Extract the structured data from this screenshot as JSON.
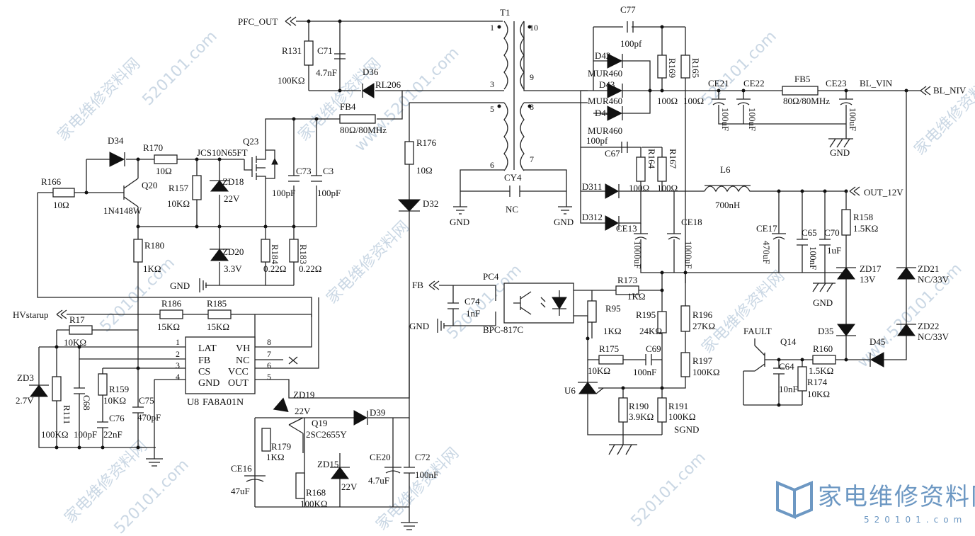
{
  "nets": {
    "pfc_out": "PFC_OUT",
    "bl_vin": "BL_VIN",
    "bl_niv": "BL_NIV",
    "out_12v": "OUT_12V",
    "hvstartup": "HVstarup",
    "fb": "FB",
    "gnd": "GND",
    "sgnd": "SGND",
    "fault": "FAULT",
    "nc": "NC"
  },
  "transformer": {
    "ref": "T1",
    "pins": [
      "1",
      "3",
      "5",
      "6",
      "10",
      "9",
      "8",
      "7"
    ]
  },
  "ic": {
    "ref": "U8",
    "part": "FA8A01N",
    "left_pins": [
      {
        "num": "1",
        "name": "LAT"
      },
      {
        "num": "2",
        "name": "FB"
      },
      {
        "num": "3",
        "name": "CS"
      },
      {
        "num": "4",
        "name": "GND"
      }
    ],
    "right_pins": [
      {
        "num": "8",
        "name": "VH"
      },
      {
        "num": "7",
        "name": "NC"
      },
      {
        "num": "6",
        "name": "VCC"
      },
      {
        "num": "5",
        "name": "OUT"
      }
    ]
  },
  "optocoupler": {
    "ref": "PC4",
    "part": "BPC-817C"
  },
  "labels": {
    "R131": "R131",
    "R131_val": "100KΩ",
    "C71": "C71",
    "C71_val": "4.7nF",
    "D36": "D36",
    "D36_val": "RL206",
    "FB4": "FB4",
    "FB4_val": "80Ω/80MHz",
    "R176": "R176",
    "R176_val": "10Ω",
    "D32": "D32",
    "CY4": "CY4",
    "C77": "C77",
    "C77_val": "100pf",
    "D42": "D42",
    "D43": "D43",
    "D44": "D44",
    "MUR460": "MUR460",
    "R169": "R169",
    "R165": "R165",
    "R169_val": "100Ω",
    "R165_val": "100Ω",
    "CE21": "CE21",
    "CE22": "CE22",
    "CE23": "CE23",
    "uF100": "100uF",
    "FB5": "FB5",
    "FB5_val": "80Ω/80MHz",
    "C67": "C67",
    "C67_val": "100pf",
    "R164": "R164",
    "R167": "R167",
    "R164_val": "100Ω",
    "R167_val": "100Ω",
    "L6": "L6",
    "L6_val": "700nH",
    "D311": "D311",
    "D312": "D312",
    "CE13": "CE13",
    "CE13_val": "1000uF",
    "CE18": "CE18",
    "CE18_val": "1000uF",
    "CE17": "CE17",
    "CE17_val": "470uF",
    "C65": "C65",
    "C65_val": "100nF",
    "C70": "C70",
    "C70_val": "1uF",
    "R158": "R158",
    "R158_val": "1.5KΩ",
    "ZD17": "ZD17",
    "ZD17_val": "13V",
    "ZD21": "ZD21",
    "ZD21_val": "NC/33V",
    "ZD22": "ZD22",
    "ZD22_val": "NC/33V",
    "D35": "D35",
    "D45": "D45",
    "Q14": "Q14",
    "R160": "R160",
    "R160_val": "1.5KΩ",
    "C64": "C64",
    "C64_val": "10nF",
    "R174": "R174",
    "R174_val": "10KΩ",
    "R173": "R173",
    "R173_val": "1KΩ",
    "R95": "R95",
    "R95_val": "1KΩ",
    "R195": "R195",
    "R195_val": "24KΩ",
    "R196": "R196",
    "R196_val": "27KΩ",
    "R197": "R197",
    "R197_val": "100KΩ",
    "R175": "R175",
    "R175_val": "10KΩ",
    "C69": "C69",
    "C69_val": "100nF",
    "U6": "U6",
    "R190": "R190",
    "R190_val": "3.9KΩ",
    "R191": "R191",
    "R191_val": "100KΩ",
    "C74": "C74",
    "C74_val": "1nF",
    "D34": "D34",
    "R170": "R170",
    "R170_val": "10Ω",
    "Q23": "Q23",
    "Q23_val": "JCS10N65FT",
    "R166": "R166",
    "R166_val": "10Ω",
    "Q20": "Q20",
    "Q20_val": "1N4148W",
    "R157": "R157",
    "R157_val": "10KΩ",
    "ZD18": "ZD18",
    "ZD18_val": "22V",
    "C73": "C73",
    "C73_val": "100pF",
    "C3": "C3",
    "C3_val": "100pF",
    "R180": "R180",
    "R180_val": "1KΩ",
    "ZD20": "ZD20",
    "ZD20_val": "3.3V",
    "R184": "R184",
    "R184_val": "0.22Ω",
    "R183": "R183",
    "R183_val": "0.22Ω",
    "R186": "R186",
    "R186_val": "15KΩ",
    "R185": "R185",
    "R185_val": "15KΩ",
    "R17": "R17",
    "R17_val": "10KΩ",
    "ZD3": "ZD3",
    "ZD3_val": "2.7V",
    "R111": "R111",
    "R111_val": "100KΩ",
    "C68": "C68",
    "C68_val": "100pF",
    "R159": "R159",
    "R159_val": "10KΩ",
    "C76": "C76",
    "C76_val": "22nF",
    "C75": "C75",
    "C75_val": "470pF",
    "ZD19": "ZD19",
    "ZD19_val": "22V",
    "Q19": "Q19",
    "Q19_val": "2SC2655Y",
    "D39": "D39",
    "R179": "R179",
    "R179_val": "1KΩ",
    "ZD15": "ZD15",
    "ZD15_val": "22V",
    "CE20": "CE20",
    "CE20_val": "4.7uF",
    "C72": "C72",
    "C72_val": "100nF",
    "CE16": "CE16",
    "CE16_val": "47uF",
    "R168": "R168",
    "R168_val": "100KΩ"
  },
  "watermark": {
    "site_name": "家电维修资料网",
    "url": "520101.com",
    "url_full": "www.520101.com",
    "logo_url": "520101.com"
  },
  "colors": {
    "line": "#222222",
    "watermark": "#6d98c3"
  }
}
